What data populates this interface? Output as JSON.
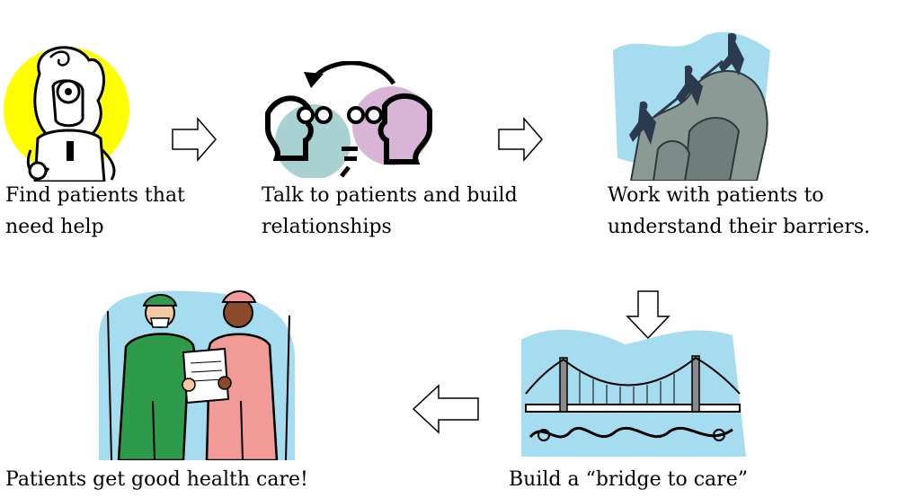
{
  "steps": [
    {
      "caption_line1": "Find patients that",
      "caption_line2": "need help",
      "icon": "doctor-with-head-mirror-clipart"
    },
    {
      "caption_line1": "Talk to patients and build",
      "caption_line2": "relationships",
      "icon": "two-people-talking-clipart"
    },
    {
      "caption_line1": "Work with patients to",
      "caption_line2": "understand their barriers.",
      "icon": "climbers-helping-each-other-clipart"
    },
    {
      "caption": "Build a “bridge to care”",
      "icon": "suspension-bridge-clipart"
    },
    {
      "caption": "Patients get good health care!",
      "icon": "doctor-and-nurse-clipart"
    }
  ],
  "colors": {
    "yellow": "#ffff00",
    "teal_circle": "#a9d1d2",
    "lilac_circle": "#d8b4d7",
    "green_scrubs": "#2e9b4a",
    "pink_scrubs": "#f29a98",
    "bridge_sky": "#a6dcef"
  }
}
